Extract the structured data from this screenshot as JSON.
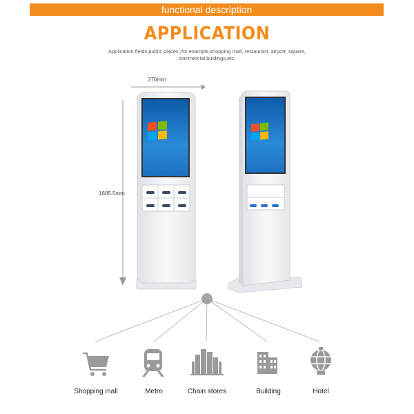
{
  "header": {
    "banner": "functional description",
    "title": "APPLICATION",
    "subtitle": "Application fields:public places ;for example,shopping mall, restaurant, airport, square, commercial buidings,etc."
  },
  "dimensions": {
    "width": "370mm",
    "height": "1605.5mm"
  },
  "applications": [
    {
      "label": "Shopping mall",
      "icon": "shopping-cart-icon"
    },
    {
      "label": "Metro",
      "icon": "train-icon"
    },
    {
      "label": "Chain stores",
      "icon": "city-buildings-icon"
    },
    {
      "label": "Building",
      "icon": "office-building-icon"
    },
    {
      "label": "Hotel",
      "icon": "hotel-globe-icon"
    }
  ],
  "colors": {
    "accent": "#f28c1c",
    "icon_gray": "#9a9a9a",
    "kiosk_body": "#f2f3f5",
    "screen_blue": "#1d6fc4"
  }
}
